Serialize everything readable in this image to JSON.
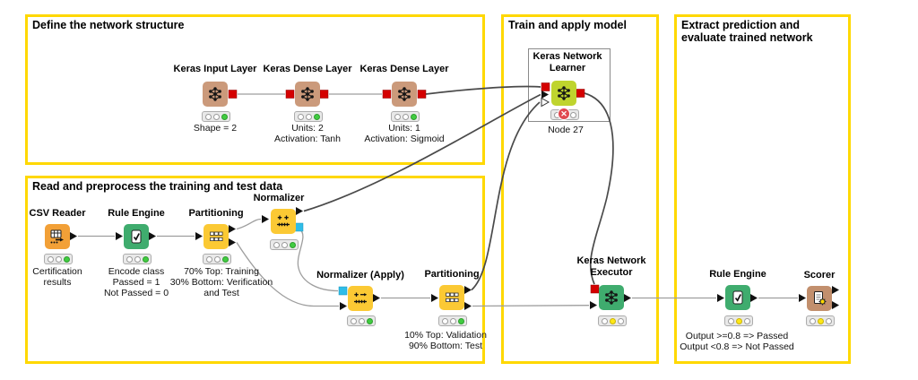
{
  "app": "KNIME workflow editor canvas",
  "colors": {
    "annotation_border": "#FFD800",
    "node_yellow": "#FBC934",
    "node_tan": "#CB9A7B",
    "node_orange": "#F2A037",
    "node_green": "#3FAC6E",
    "node_lime": "#BFD42E",
    "node_scorer_tan": "#C28F6D",
    "port_red": "#D40000",
    "port_cyan": "#2FBDE8",
    "edge_gray": "#9E9E9E",
    "edge_dark": "#4A4A4A",
    "status_green": "#41CC41",
    "status_yellow": "#FFE816",
    "error_red": "#E0484F"
  },
  "annotations": {
    "define": {
      "title": "Define the network structure"
    },
    "read": {
      "title": "Read and preprocess the training and test data"
    },
    "train": {
      "title": "Train and apply model"
    },
    "extract": {
      "title_lines": [
        "Extract prediction and",
        "evaluate trained network"
      ]
    }
  },
  "nodes": {
    "keras_input_layer": {
      "title": "Keras Input Layer",
      "icon": "neural-network-icon",
      "status": "executed",
      "labels": [
        "Shape = 2"
      ]
    },
    "keras_dense_layer_1": {
      "title": "Keras Dense Layer",
      "icon": "neural-network-icon",
      "status": "executed",
      "labels": [
        "Units: 2",
        "Activation: Tanh"
      ]
    },
    "keras_dense_layer_2": {
      "title": "Keras Dense Layer",
      "icon": "neural-network-icon",
      "status": "executed",
      "labels": [
        "Units: 1",
        "Activation: Sigmoid"
      ]
    },
    "csv_reader": {
      "title": "CSV Reader",
      "icon": "table-arrow-icon",
      "status": "executed",
      "labels": [
        "Certification",
        "results"
      ]
    },
    "rule_engine_1": {
      "title": "Rule Engine",
      "icon": "checkmark-document-icon",
      "status": "executed",
      "labels": [
        "Encode class",
        "Passed = 1",
        "Not Passed = 0"
      ]
    },
    "partitioning_1": {
      "title": "Partitioning",
      "icon": "partition-grid-icon",
      "status": "executed",
      "labels": [
        "70% Top: Training",
        "30% Bottom: Verification",
        "and Test"
      ]
    },
    "normalizer": {
      "title": "Normalizer",
      "icon": "normalize-axis-icon",
      "status": "executed",
      "labels": []
    },
    "normalizer_apply": {
      "title": "Normalizer (Apply)",
      "icon": "normalize-apply-icon",
      "status": "executed",
      "labels": []
    },
    "partitioning_2": {
      "title": "Partitioning",
      "icon": "partition-grid-icon",
      "status": "executed",
      "labels": [
        "10% Top: Validation",
        "90% Bottom: Test"
      ]
    },
    "keras_network_learner": {
      "title_lines": [
        "Keras Network",
        "Learner"
      ],
      "icon": "neural-network-icon",
      "status": "error",
      "labels": [
        "Node 27"
      ]
    },
    "keras_network_executor": {
      "title_lines": [
        "Keras Network",
        "Executor"
      ],
      "icon": "neural-network-icon",
      "status": "configured",
      "labels": []
    },
    "rule_engine_2": {
      "title": "Rule Engine",
      "icon": "checkmark-document-icon",
      "status": "configured",
      "labels": [
        "Output >=0.8 => Passed",
        "Output <0.8 => Not Passed"
      ]
    },
    "scorer": {
      "title": "Scorer",
      "icon": "document-gear-icon",
      "status": "configured",
      "labels": []
    }
  }
}
